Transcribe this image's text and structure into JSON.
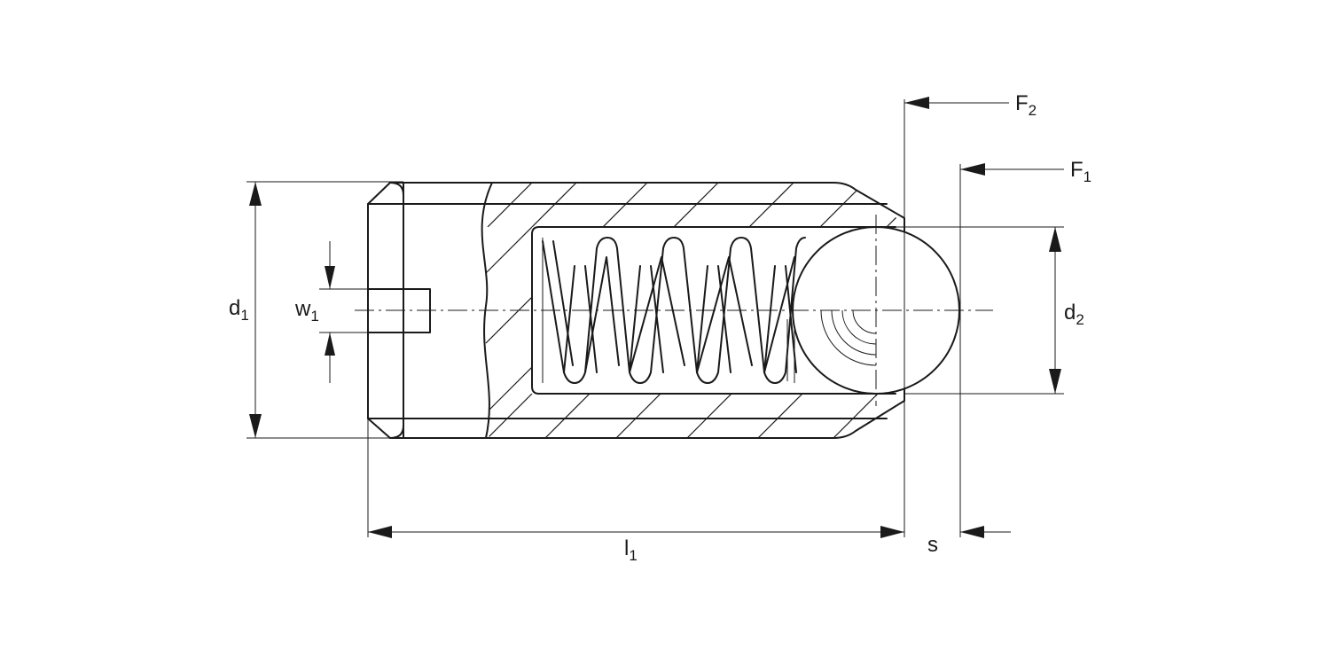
{
  "labels": {
    "d1": {
      "main": "d",
      "sub": "1"
    },
    "w1": {
      "main": "w",
      "sub": "1"
    },
    "d2": {
      "main": "d",
      "sub": "2"
    },
    "l1": {
      "main": "l",
      "sub": "1"
    },
    "s": {
      "main": "s",
      "sub": ""
    },
    "F1": {
      "main": "F",
      "sub": "1"
    },
    "F2": {
      "main": "F",
      "sub": "2"
    }
  },
  "colors": {
    "line": "#1a1a1a",
    "background": "#ffffff"
  }
}
